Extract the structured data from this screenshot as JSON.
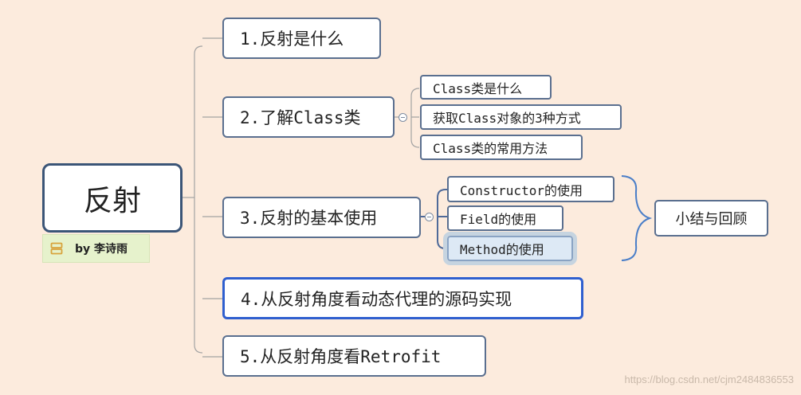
{
  "root": {
    "title": "反射"
  },
  "author": {
    "label": "by 李诗雨",
    "icon": "outline-icon"
  },
  "topics": [
    {
      "label": "1.反射是什么"
    },
    {
      "label": "2.了解Class类",
      "subtopics": [
        "Class类是什么",
        "获取Class对象的3种方式",
        "Class类的常用方法"
      ]
    },
    {
      "label": "3.反射的基本使用",
      "subtopics": [
        "Constructor的使用",
        "Field的使用",
        "Method的使用"
      ]
    },
    {
      "label": "4.从反射角度看动态代理的源码实现"
    },
    {
      "label": "5.从反射角度看Retrofit"
    }
  ],
  "summary": {
    "label": "小结与回顾"
  },
  "watermark": "https://blog.csdn.net/cjm2484836553",
  "colors": {
    "background": "#fcebdd",
    "node_border": "#5a6f8f",
    "highlight_border": "#2f5fcf",
    "selected_fill": "#dde9f5",
    "summary_brace": "#4a7ec8",
    "badge_fill": "#e6f2cc"
  }
}
